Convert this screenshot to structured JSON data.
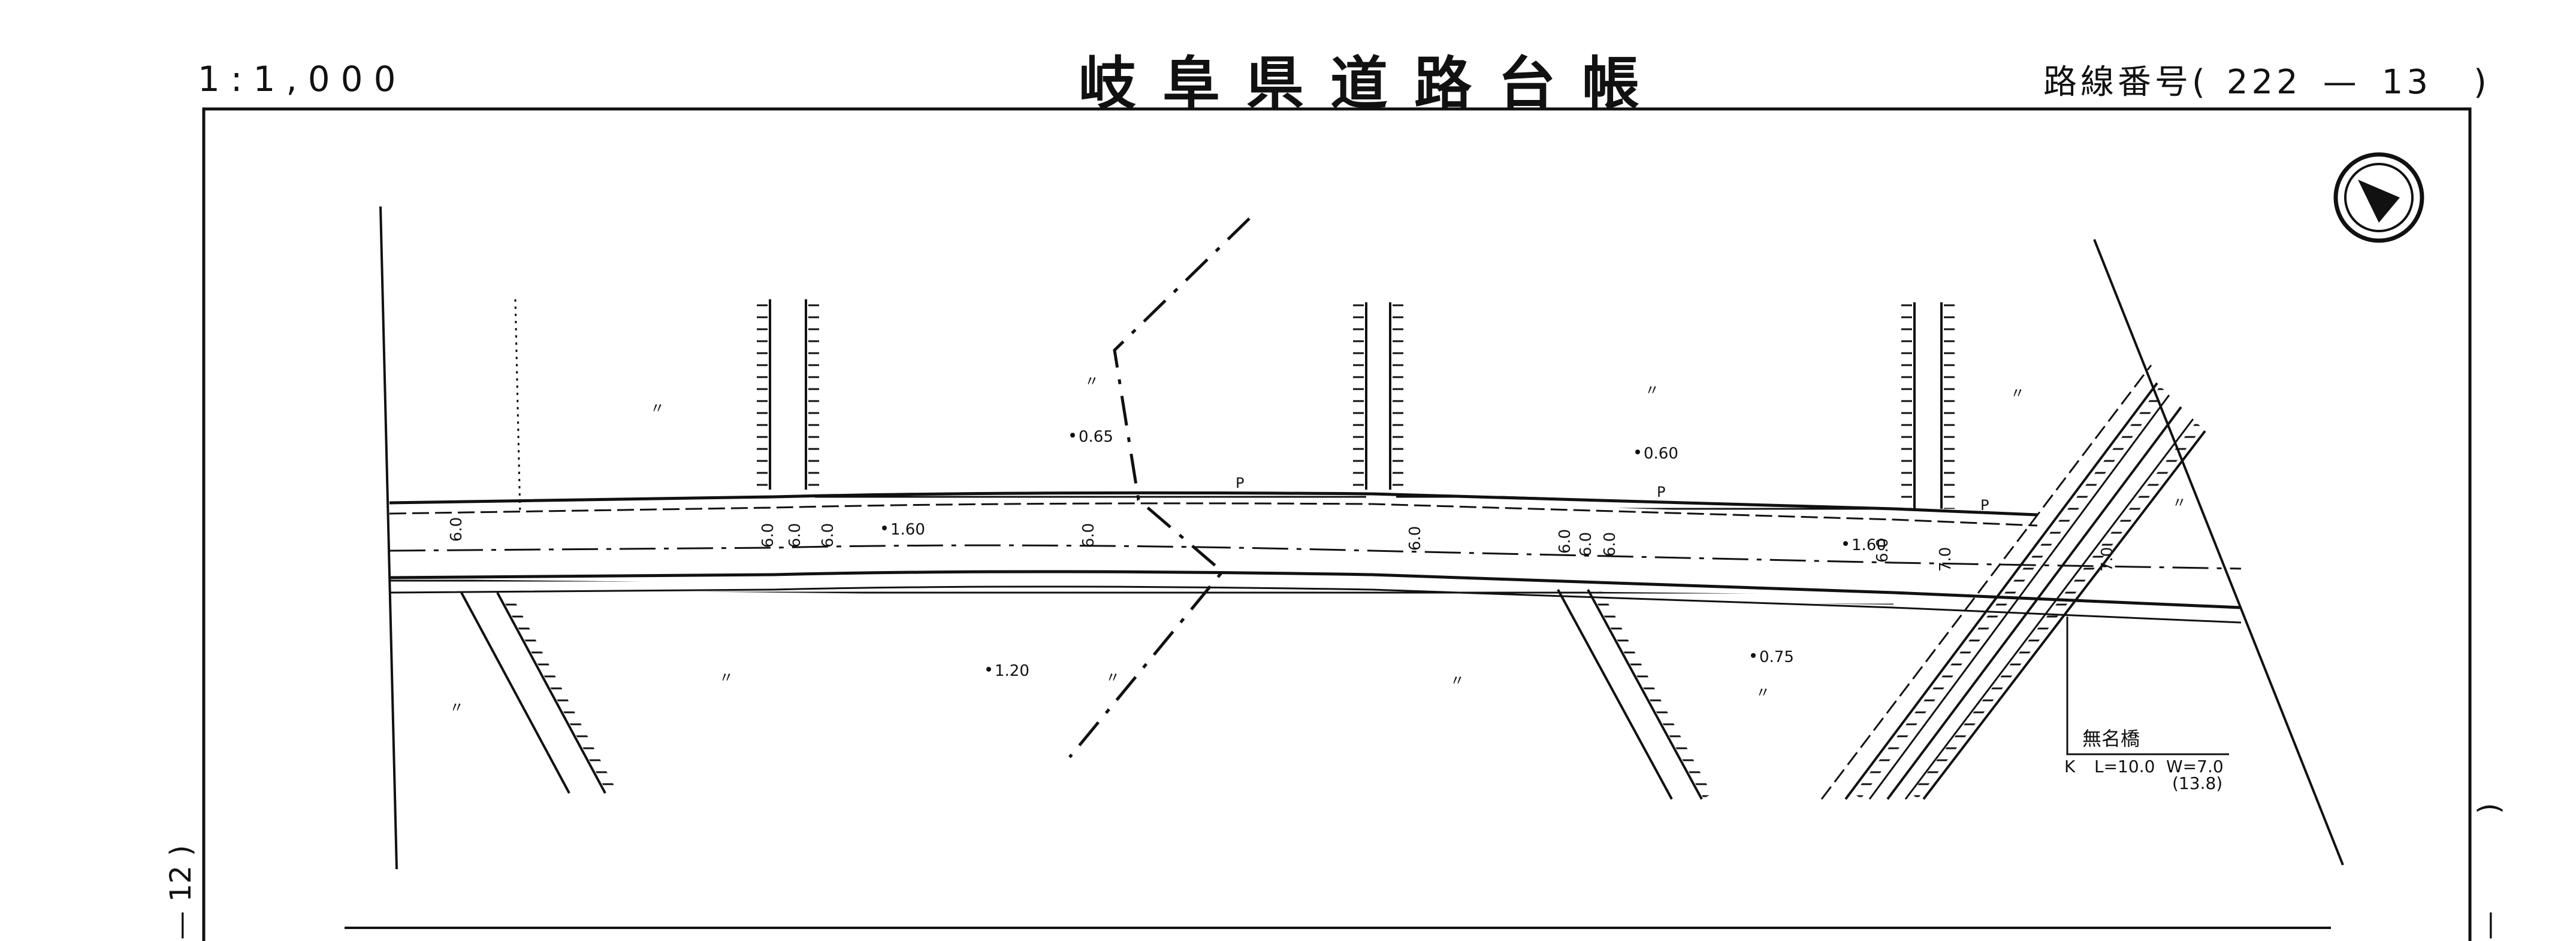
{
  "header": {
    "scale": "1:1,000",
    "title": "岐阜県道路台帳",
    "route_label": "路線番号",
    "route_open": "(",
    "route_number": "222",
    "route_separator": "—",
    "route_sub": "13",
    "route_close": ")"
  },
  "margin": {
    "left_sheet_label": "— 12 )",
    "right_sheet_open": ")",
    "right_sheet_close": "—"
  },
  "map": {
    "elevations": {
      "e1": "0.65",
      "e2": "0.60",
      "e3": "1.60",
      "e4": "1.60",
      "e5": "1.20",
      "e6": "0.75"
    },
    "widths": {
      "w1": "6.0",
      "w2": "6.0",
      "w3": "6.0",
      "w4": "6.0",
      "w5": "6.0",
      "w6": "6.0",
      "w7": "6.0",
      "w8": "6.0",
      "w9": "6.0",
      "w10": "6.0",
      "w11": "7.0",
      "w12": "7.0"
    },
    "markers": {
      "p1": "P",
      "p2": "P",
      "p3": "P",
      "ditto": "〃"
    },
    "bridge": {
      "name": "無名橋",
      "type": "K",
      "length": "L=10.0",
      "width": "W=7.0",
      "note": "(13.8)"
    },
    "north_arrow_icon": "north-arrow-icon"
  }
}
